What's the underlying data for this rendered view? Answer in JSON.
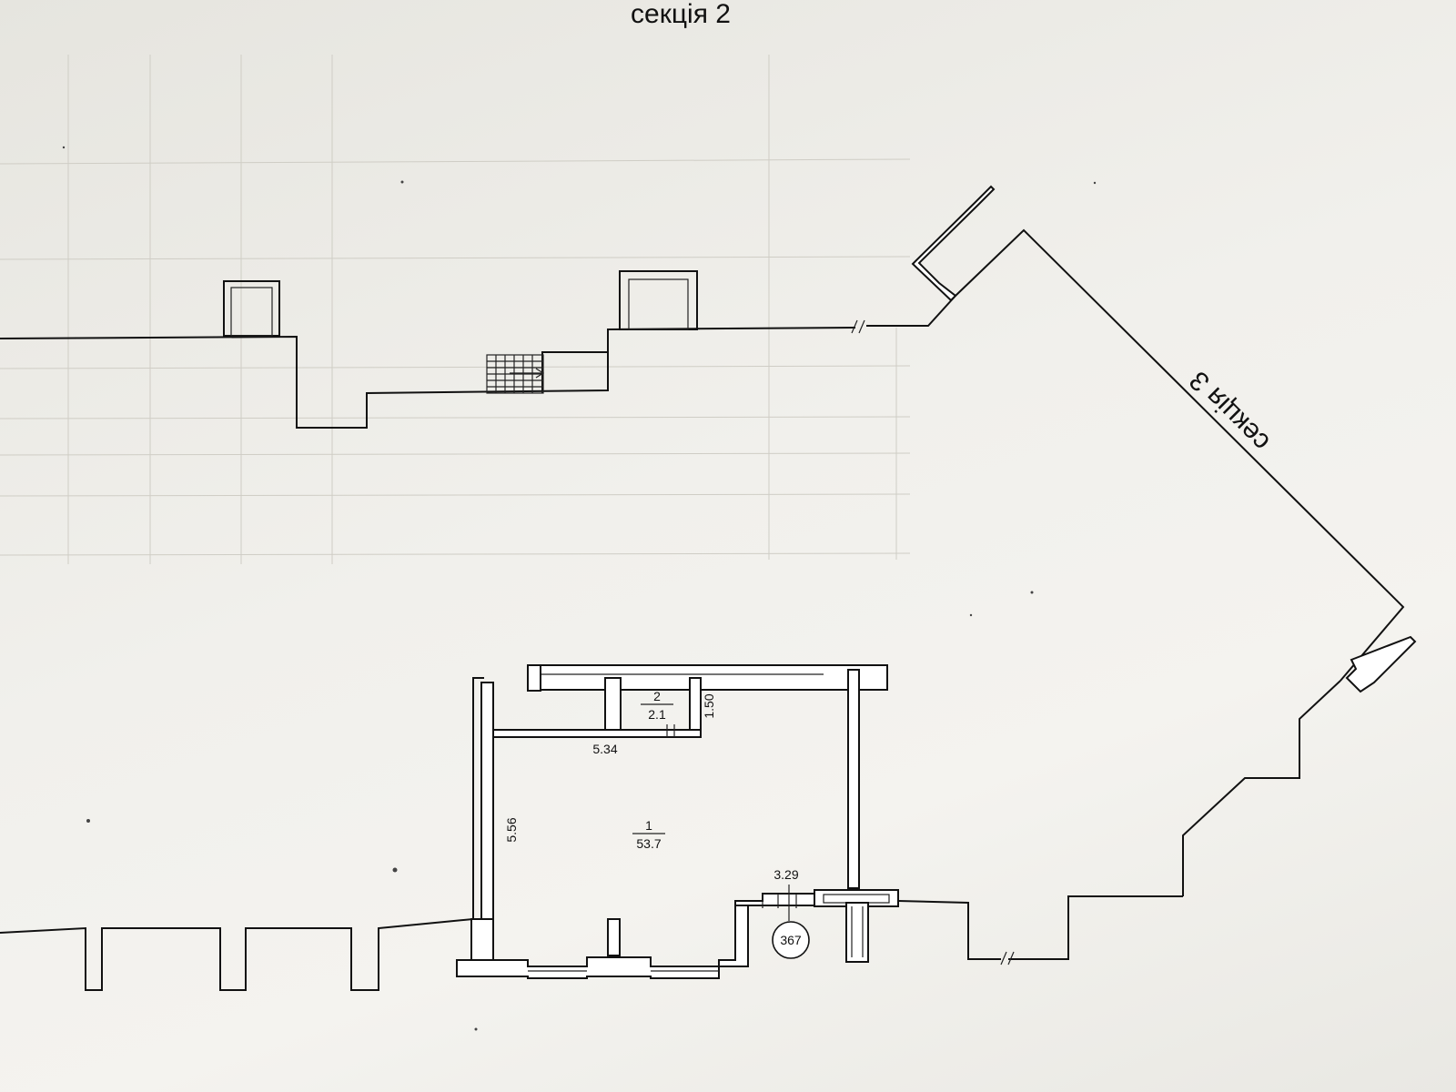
{
  "labels": {
    "section_top": "секція 2",
    "section_right": "секція 3"
  },
  "rooms": [
    {
      "number": "1",
      "area": "53.7"
    },
    {
      "number": "2",
      "area": "2.1"
    }
  ],
  "dimensions": {
    "room1_width": "5.34",
    "room1_height": "5.56",
    "room2_height": "1.50",
    "opening": "3.29"
  },
  "marker": {
    "number": "367"
  }
}
